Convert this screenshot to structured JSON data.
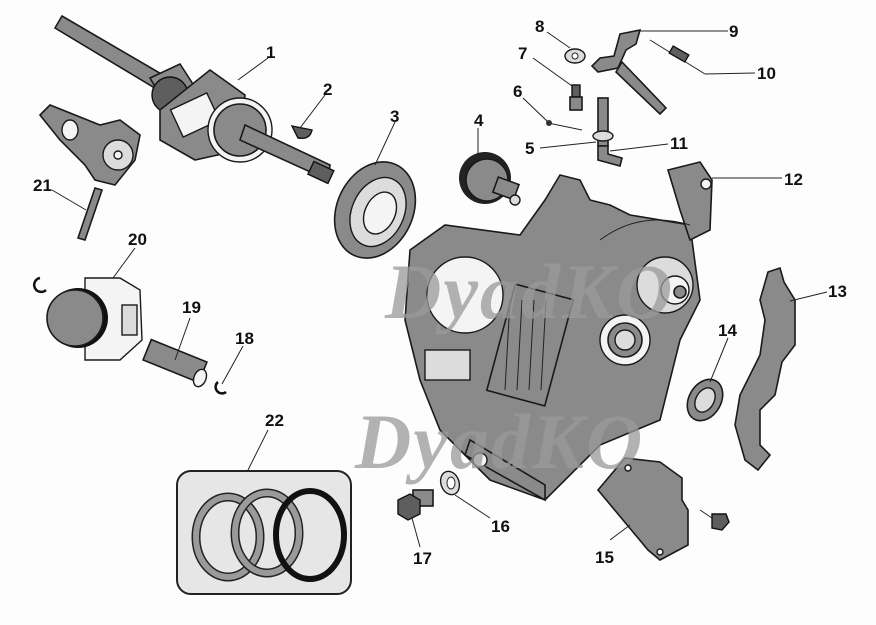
{
  "diagram": {
    "title": "Engine crankcase exploded parts view",
    "watermark_text": "DyadKO",
    "colors": {
      "background": "#fdfdfd",
      "part_fill": "#8a8a8a",
      "outline": "#1a1a1a",
      "watermark": "#9a9a9a"
    },
    "callouts": [
      {
        "num": "1",
        "part": "crankshaft"
      },
      {
        "num": "2",
        "part": "woodruff-key"
      },
      {
        "num": "3",
        "part": "ball-bearing"
      },
      {
        "num": "4",
        "part": "camshaft-gear"
      },
      {
        "num": "5",
        "part": "governor-shaft-washer"
      },
      {
        "num": "6",
        "part": "cotter-pin"
      },
      {
        "num": "7",
        "part": "pin"
      },
      {
        "num": "8",
        "part": "nut"
      },
      {
        "num": "9",
        "part": "governor-arm"
      },
      {
        "num": "10",
        "part": "governor-spring"
      },
      {
        "num": "11",
        "part": "governor-shaft"
      },
      {
        "num": "12",
        "part": "governor-assembly"
      },
      {
        "num": "13",
        "part": "gasket"
      },
      {
        "num": "14",
        "part": "oil-seal"
      },
      {
        "num": "15",
        "part": "cover-plate"
      },
      {
        "num": "16",
        "part": "drain-washer"
      },
      {
        "num": "17",
        "part": "drain-bolt"
      },
      {
        "num": "18",
        "part": "piston-pin-clip"
      },
      {
        "num": "19",
        "part": "piston-pin"
      },
      {
        "num": "20",
        "part": "piston"
      },
      {
        "num": "21",
        "part": "connecting-rod"
      },
      {
        "num": "22",
        "part": "piston-ring-set"
      }
    ]
  }
}
